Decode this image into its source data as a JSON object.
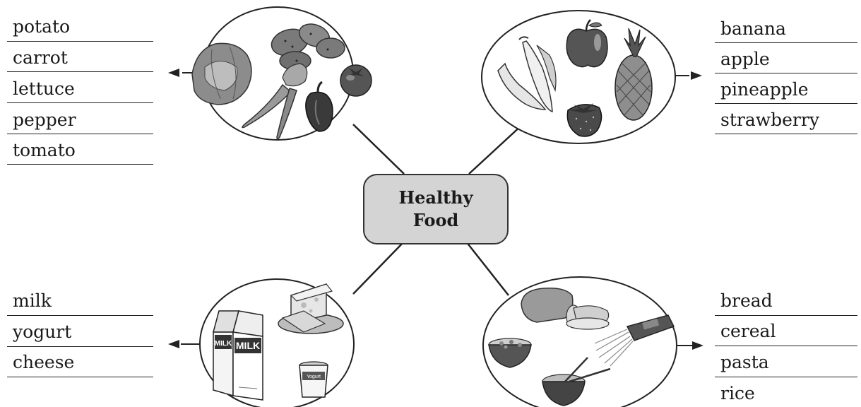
{
  "center": {
    "line1": "Healthy",
    "line2": "Food"
  },
  "vegetables": [
    "potato",
    "carrot",
    "lettuce",
    "pepper",
    "tomato"
  ],
  "fruits": [
    "banana",
    "apple",
    "pineapple",
    "strawberry"
  ],
  "dairy": [
    "milk",
    "yogurt",
    "cheese"
  ],
  "grains": [
    "bread",
    "cereal",
    "pasta",
    "rice"
  ],
  "packaging": {
    "milk_carton_front": "MILK",
    "milk_carton_side": "MILK",
    "yogurt_cup": "Yogurt"
  }
}
